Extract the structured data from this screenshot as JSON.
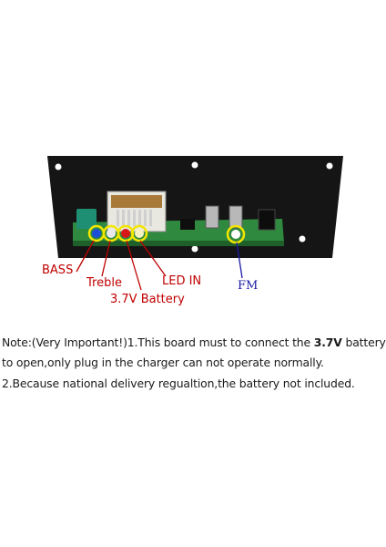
{
  "labels": {
    "bass": "BASS",
    "treble": "Treble",
    "battery": "3.7V Battery",
    "led_in": "LED IN",
    "fm": "FM"
  },
  "note": {
    "line1_prefix": "Note:(Very Important!)1.This board must to connect the ",
    "line1_bold": "3.7V",
    "line1_suffix": " battery",
    "line2": "to open,only plug in the charger can not operate normally.",
    "line3": "2.Because national delivery regualtion,the battery not included."
  },
  "colors": {
    "label_red": "#c00000",
    "label_blue": "#1a1aa8",
    "panel": "#151515",
    "pcb": "#2f8a3f",
    "highlight": "#f2e600"
  }
}
